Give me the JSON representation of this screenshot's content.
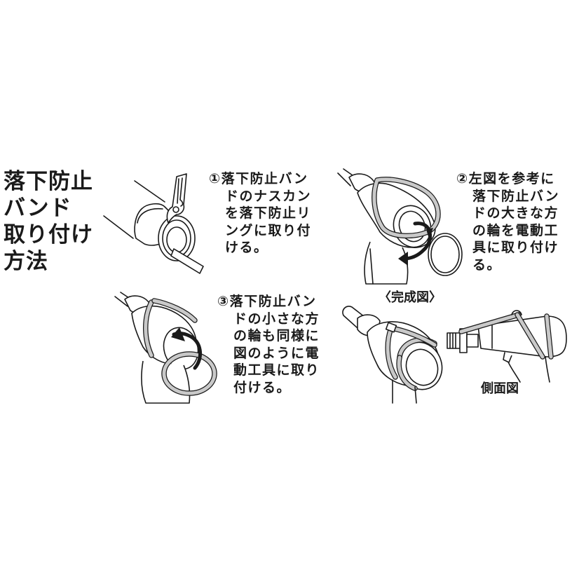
{
  "title": {
    "lines": [
      "落下防止",
      "バンド",
      "取り付け",
      "方法"
    ]
  },
  "steps": [
    {
      "number": "①",
      "lines": [
        "落下防止バン",
        "ドのナスカン",
        "を落下防止リ",
        "ングに取り付",
        "ける。"
      ]
    },
    {
      "number": "②",
      "lines": [
        "左図を参考に",
        "落下防止バン",
        "ドの大きな方",
        "の輪を電動工",
        "具に取り付け",
        "る。"
      ]
    },
    {
      "number": "③",
      "lines": [
        "落下防止バン",
        "ドの小さな方",
        "の輪も同様に",
        "図のように電",
        "動工具に取り",
        "付ける。"
      ]
    }
  ],
  "completion": {
    "label": "〈完成図〉",
    "side_view_label": "側面図"
  },
  "illustrations": {
    "step1": "carabiner-attached-to-tool-ring",
    "step2": "large-loop-over-tool-body-with-rotation-arrow",
    "step3": "small-loop-over-tool-body-with-rotation-arrow",
    "complete_front": "band-installed-front-view",
    "complete_side": "band-installed-side-view"
  },
  "colors": {
    "ink": "#1a1a1a",
    "band_fill": "#c9c9c9",
    "background": "#ffffff"
  }
}
